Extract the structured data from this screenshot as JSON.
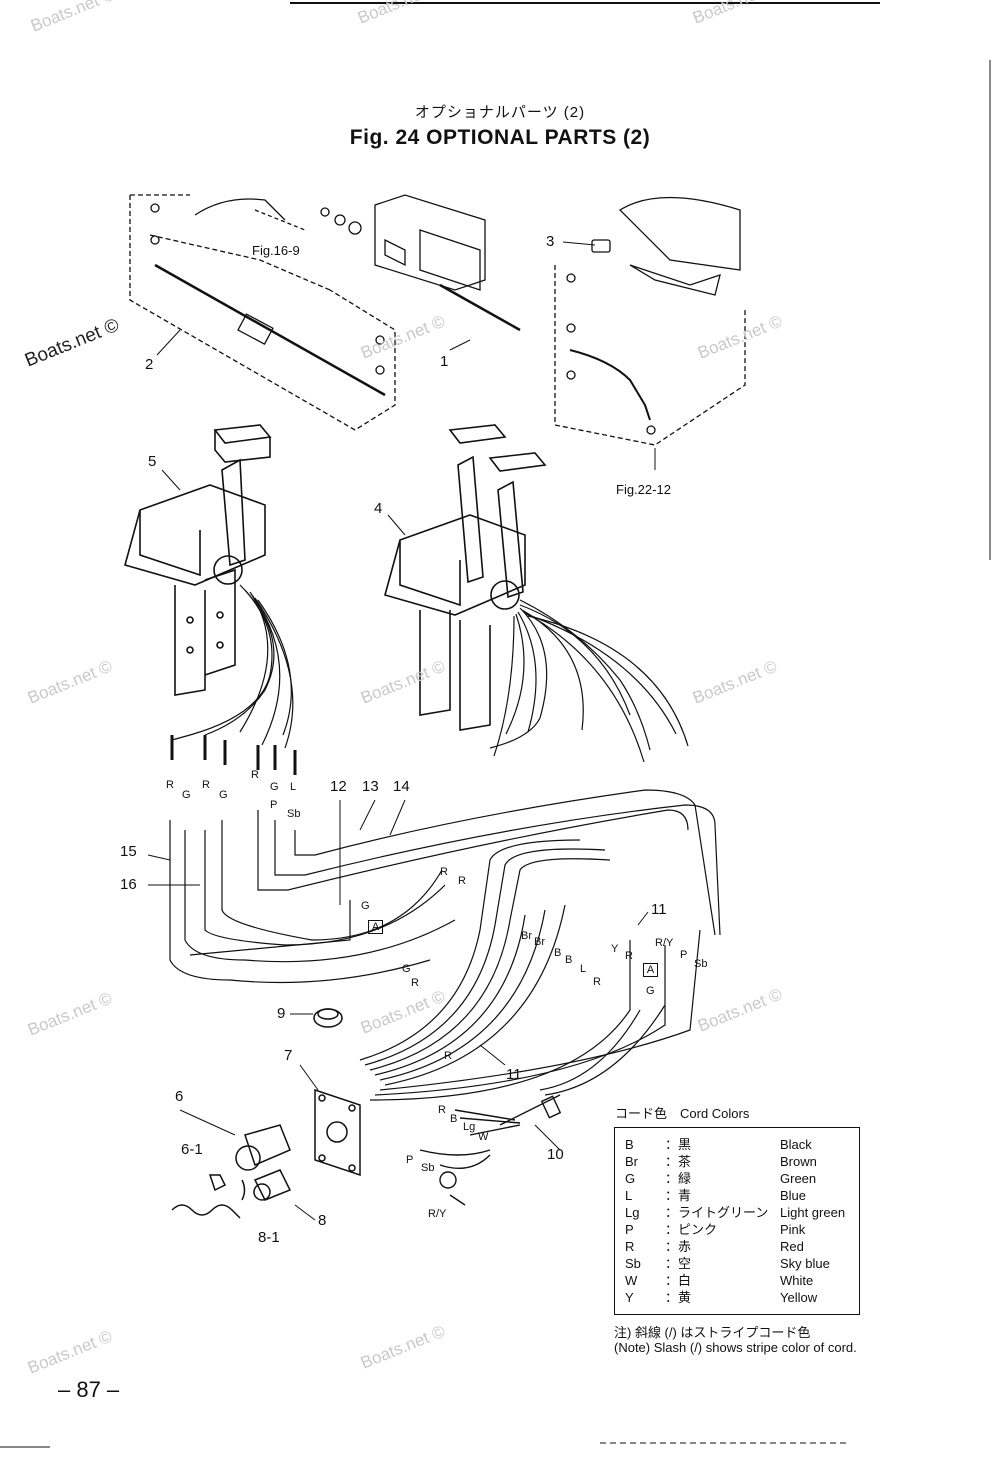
{
  "title_jp": "オプショナルパーツ (2)",
  "title": "Fig. 24   OPTIONAL PARTS   (2)",
  "watermark": "Boats.net ©",
  "refs": {
    "fig16": "Fig.16-9",
    "fig22": "Fig.22-12"
  },
  "callouts": {
    "c1": "1",
    "c2": "2",
    "c3": "3",
    "c4": "4",
    "c5": "5",
    "c6": "6",
    "c6_1": "6-1",
    "c7": "7",
    "c8": "8",
    "c8_1": "8-1",
    "c9": "9",
    "c10": "10",
    "c11a": "11",
    "c11b": "11",
    "c12": "12",
    "c13": "13",
    "c14": "14",
    "c15": "15",
    "c16": "16"
  },
  "wire_labels": {
    "w_r1": "R",
    "w_g1": "G",
    "w_r2": "R",
    "w_g2": "G",
    "w_r3": "R",
    "w_g3": "G",
    "w_l1": "L",
    "w_p1": "P",
    "w_sb1": "Sb",
    "w_r4": "R",
    "w_r5": "R",
    "w_g4": "G",
    "w_a1": "A",
    "w_g5": "G",
    "w_r6": "R",
    "w_r7": "R",
    "w_br1": "Br",
    "w_br2": "Br",
    "w_b1": "B",
    "w_b2": "B",
    "w_l2": "L",
    "w_y1": "Y",
    "w_r8": "R",
    "w_r9": "R",
    "w_ry1": "R/Y",
    "w_p2": "P",
    "w_sb2": "Sb",
    "w_a2": "A",
    "w_g6": "G",
    "w_r10": "R",
    "w_b3": "B",
    "w_lg": "Lg",
    "w_w": "W",
    "w_p3": "P",
    "w_sb3": "Sb",
    "w_ry2": "R/Y"
  },
  "legend": {
    "heading": "コード色　Cord Colors",
    "rows": [
      {
        "code": "B",
        "jp": "：黒",
        "en": "Black"
      },
      {
        "code": "Br",
        "jp": "：茶",
        "en": "Brown"
      },
      {
        "code": "G",
        "jp": "：緑",
        "en": "Green"
      },
      {
        "code": "L",
        "jp": "：青",
        "en": "Blue"
      },
      {
        "code": "Lg",
        "jp": "：ライトグリーン",
        "en": "Light green"
      },
      {
        "code": "P",
        "jp": "：ピンク",
        "en": "Pink"
      },
      {
        "code": "R",
        "jp": "：赤",
        "en": "Red"
      },
      {
        "code": "Sb",
        "jp": "：空",
        "en": "Sky blue"
      },
      {
        "code": "W",
        "jp": "：白",
        "en": "White"
      },
      {
        "code": "Y",
        "jp": "：黄",
        "en": "Yellow"
      }
    ]
  },
  "note_jp": "注) 斜線 (/) はストライプコード色",
  "note_en": "(Note)  Slash (/) shows stripe color of cord.",
  "page_number": "– 87 –"
}
